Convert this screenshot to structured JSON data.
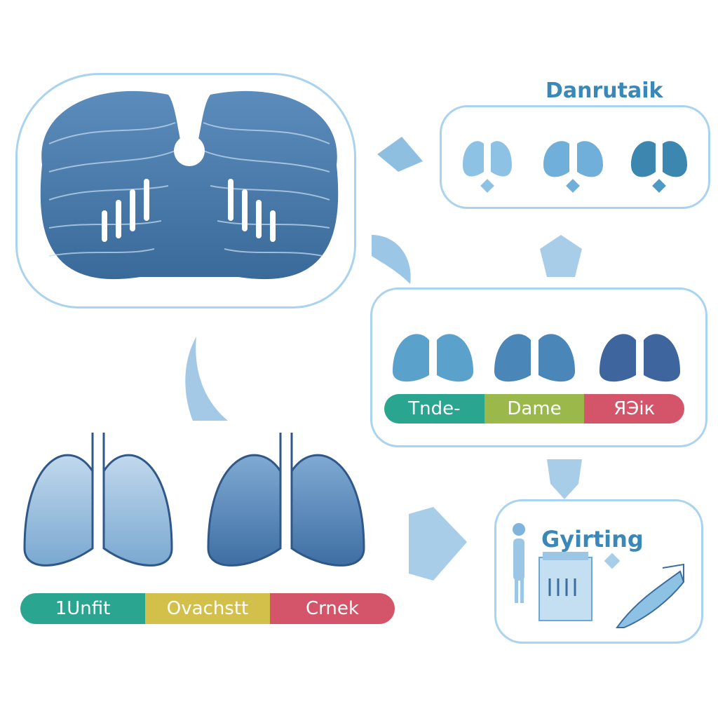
{
  "top_panel": {
    "title": "Danrutaik"
  },
  "middle_panel": {
    "bar": [
      {
        "label": "Tnde-",
        "color": "#2aa590"
      },
      {
        "label": "Dame",
        "color": "#9ab94a"
      },
      {
        "label": "ЯЭік",
        "color": "#d4556a"
      }
    ]
  },
  "bottom_left": {
    "bar": [
      {
        "label": "1Unfit",
        "color": "#2aa590"
      },
      {
        "label": "Ovachstt",
        "color": "#d3c04a"
      },
      {
        "label": "Crnek",
        "color": "#d4556a"
      }
    ]
  },
  "bottom_right_panel": {
    "title": "Gyirting"
  },
  "colors": {
    "panel_border": "#a9d3ee",
    "lung_dark": "#3e6e9e",
    "lung_light": "#a8cbe5"
  }
}
